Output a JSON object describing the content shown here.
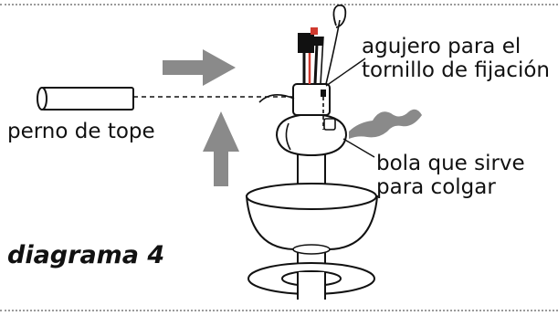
{
  "figure": {
    "title": "diagrama 4"
  },
  "labels": {
    "hole_line1": "agujero para el",
    "hole_line2": "tornillo de fijación",
    "pin": "perno de tope",
    "ball_line1": "bola que sirve",
    "ball_line2": "para colgar"
  },
  "colors": {
    "arrow": "#8a8a8a",
    "outline": "#111111",
    "wire_red": "#d03a2f",
    "connector": "#111111"
  },
  "icons": {
    "push_arrow": "arrow-right-icon",
    "lift_arrow": "arrow-up-icon",
    "twist_hand": "twist-hand-icon"
  }
}
